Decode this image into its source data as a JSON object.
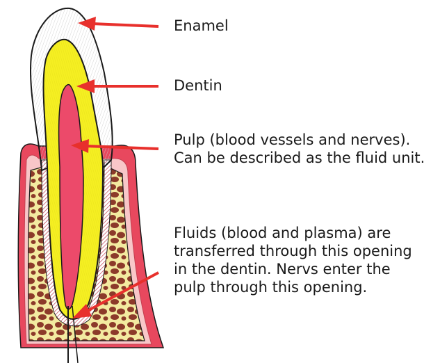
{
  "labels": {
    "enamel": "Enamel",
    "dentin": "Dentin",
    "pulp": {
      "line1": "Pulp (blood vessels and nerves).",
      "line2": "Can be described as the fluid unit."
    },
    "fluids": {
      "line1": "Fluids (blood and plasma) are",
      "line2": "transferred through this opening",
      "line3": "in the dentin. Nervs enter the",
      "line4": "pulp through this opening."
    }
  },
  "colors": {
    "arrow": "#e8302c",
    "enamel": "#ffffff",
    "dentin": "#f5ef22",
    "pulp": "#ec4a6a",
    "gum": "#e8485e",
    "gum_light": "#f8c6c8",
    "bone_base": "#f3eaa0",
    "bone_spot": "#8c3a2a",
    "outline": "#1a1a1a"
  }
}
